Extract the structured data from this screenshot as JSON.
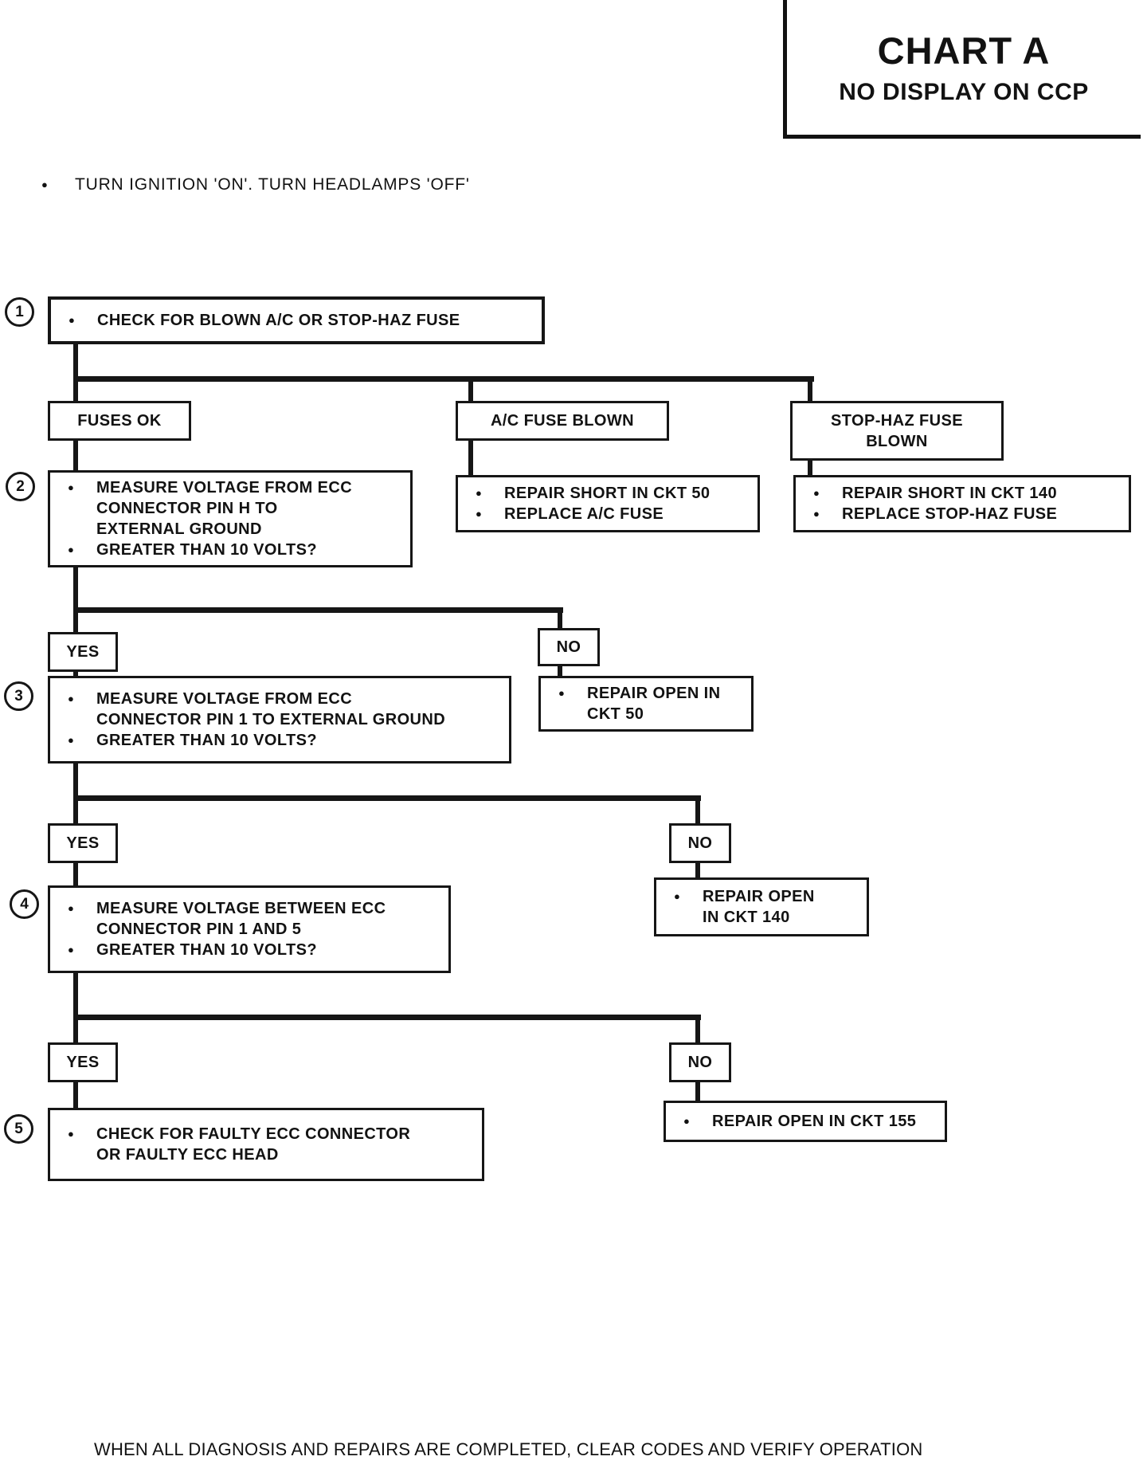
{
  "header": {
    "title": "CHART A",
    "subtitle": "NO DISPLAY ON CCP"
  },
  "precondition": "TURN IGNITION 'ON'. TURN HEADLAMPS 'OFF'",
  "icons": {
    "bullet": "●"
  },
  "steps": {
    "s1": {
      "num": "1",
      "items": [
        "CHECK FOR BLOWN A/C OR STOP-HAZ FUSE"
      ]
    },
    "s2": {
      "num": "2",
      "items": [
        "MEASURE VOLTAGE FROM ECC\nCONNECTOR PIN H TO\nEXTERNAL GROUND",
        "GREATER THAN 10 VOLTS?"
      ]
    },
    "s3": {
      "num": "3",
      "items": [
        "MEASURE VOLTAGE FROM ECC\nCONNECTOR PIN 1 TO EXTERNAL GROUND",
        "GREATER THAN 10 VOLTS?"
      ]
    },
    "s4": {
      "num": "4",
      "items": [
        "MEASURE VOLTAGE BETWEEN ECC\nCONNECTOR PIN 1 AND 5",
        "GREATER THAN 10 VOLTS?"
      ]
    },
    "s5": {
      "num": "5",
      "items": [
        "CHECK FOR FAULTY ECC  CONNECTOR\nOR FAULTY ECC HEAD"
      ]
    }
  },
  "branches": {
    "fuses_ok": "FUSES OK",
    "ac_blown": "A/C FUSE BLOWN",
    "stophaz_blown": "STOP-HAZ FUSE\nBLOWN",
    "yes": "YES",
    "no": "NO"
  },
  "actions": {
    "ac_repair": {
      "items": [
        "REPAIR SHORT IN CKT 50",
        "REPLACE A/C FUSE"
      ]
    },
    "stophaz_repair": {
      "items": [
        "REPAIR SHORT IN CKT 140",
        "REPLACE STOP-HAZ FUSE"
      ]
    },
    "ckt50": "REPAIR OPEN IN\nCKT 50",
    "ckt140": "REPAIR  OPEN\nIN CKT 140",
    "ckt155": "REPAIR  OPEN IN CKT 155"
  },
  "footer": "WHEN ALL DIAGNOSIS AND REPAIRS ARE COMPLETED, CLEAR CODES AND VERIFY OPERATION"
}
